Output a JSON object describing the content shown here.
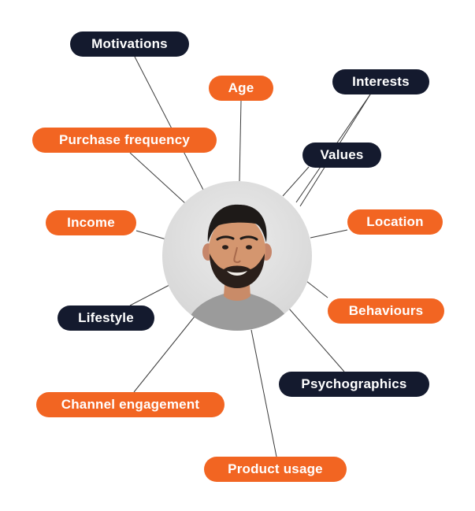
{
  "diagram": {
    "center": {
      "icon": "person-photo"
    },
    "nodes": [
      {
        "id": "motivations",
        "label": "Motivations",
        "color": "#141a2e"
      },
      {
        "id": "age",
        "label": "Age",
        "color": "#f26522"
      },
      {
        "id": "interests",
        "label": "Interests",
        "color": "#141a2e"
      },
      {
        "id": "purchase",
        "label": "Purchase frequency",
        "color": "#f26522"
      },
      {
        "id": "values",
        "label": "Values",
        "color": "#141a2e"
      },
      {
        "id": "income",
        "label": "Income",
        "color": "#f26522"
      },
      {
        "id": "location",
        "label": "Location",
        "color": "#f26522"
      },
      {
        "id": "lifestyle",
        "label": "Lifestyle",
        "color": "#141a2e"
      },
      {
        "id": "behaviours",
        "label": "Behaviours",
        "color": "#f26522"
      },
      {
        "id": "psycho",
        "label": "Psychographics",
        "color": "#141a2e"
      },
      {
        "id": "channel",
        "label": "Channel engagement",
        "color": "#f26522"
      },
      {
        "id": "product",
        "label": "Product usage",
        "color": "#f26522"
      }
    ],
    "colors": {
      "dark": "#141a2e",
      "accent": "#f26522",
      "connector": "#333333"
    }
  }
}
